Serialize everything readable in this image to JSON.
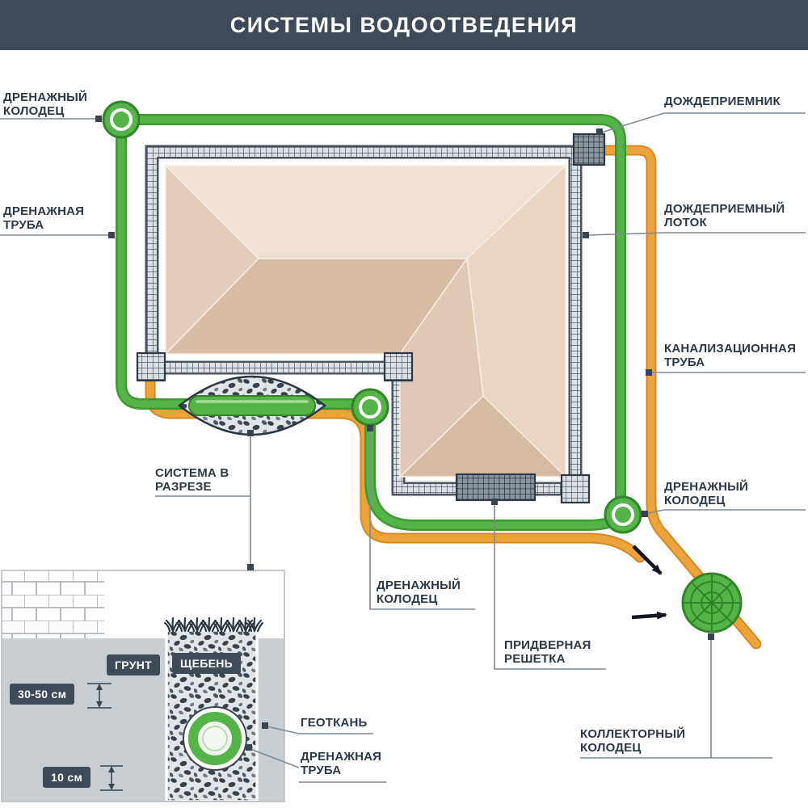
{
  "header": {
    "title": "СИСТЕМЫ ВОДООТВЕДЕНИЯ"
  },
  "labels": {
    "drainage_well_top": "ДРЕНАЖНЫЙ КОЛОДЕЦ",
    "rain_inlet": "ДОЖДЕПРИЕМНИК",
    "drainage_pipe": "ДРЕНАЖНАЯ ТРУБА",
    "rain_tray": "ДОЖДЕПРИЕМНЫЙ ЛОТОК",
    "sewer_pipe": "КАНАЛИЗАЦИОННАЯ ТРУБА",
    "system_cutaway": "СИСТЕМА В РАЗРЕЗЕ",
    "drainage_well_right": "ДРЕНАЖНЫЙ КОЛОДЕЦ",
    "drainage_well_bottom": "ДРЕНАЖНЫЙ КОЛОДЕЦ",
    "door_grate": "ПРИДВЕРНАЯ РЕШЕТКА",
    "collector_well": "КОЛЛЕКТОРНЫЙ КОЛОДЕЦ",
    "geotextile": "ГЕОТКАНЬ",
    "drainage_pipe_section": "ДРЕНАЖНАЯ ТРУБА"
  },
  "cutaway": {
    "soil": "ГРУНТ",
    "gravel": "ЩЕБЕНЬ",
    "depth_dim": "30-50 см",
    "bottom_dim": "10 см"
  },
  "colors": {
    "header_bg": "#3e4a57",
    "drain_green": "#55b447",
    "sewer_orange": "#eca438",
    "label_text": "#2c3844",
    "roof_base": "#e3cdb9"
  }
}
